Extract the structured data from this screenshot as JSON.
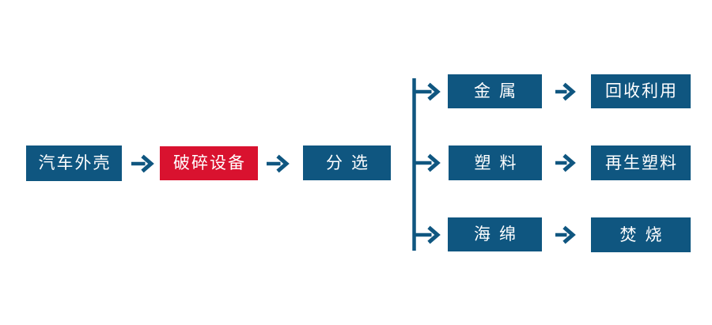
{
  "diagram": {
    "title": "automotive-shell-recycling-flowchart",
    "colors": {
      "background": "#ffffff",
      "node": "#0F5680",
      "highlight": "#D9122F",
      "connector": "#0F5680",
      "text": "#ffffff"
    },
    "nodes": {
      "car_shell": {
        "label": "汽车外壳"
      },
      "crusher": {
        "label": "破碎设备"
      },
      "sorting": {
        "label": "分选"
      },
      "metal": {
        "label": "金属"
      },
      "plastic": {
        "label": "塑料"
      },
      "sponge": {
        "label": "海绵"
      },
      "recycling": {
        "label": "回收利用"
      },
      "recycled_plastic": {
        "label": "再生塑料"
      },
      "incineration": {
        "label": "焚烧"
      }
    },
    "edges": [
      {
        "from": "汽车外壳",
        "to": "破碎设备"
      },
      {
        "from": "破碎设备",
        "to": "分选"
      },
      {
        "from": "分选",
        "to": "金属"
      },
      {
        "from": "分选",
        "to": "塑料"
      },
      {
        "from": "分选",
        "to": "海绵"
      },
      {
        "from": "金属",
        "to": "回收利用"
      },
      {
        "from": "塑料",
        "to": "再生塑料"
      },
      {
        "from": "海绵",
        "to": "焚烧"
      }
    ]
  }
}
